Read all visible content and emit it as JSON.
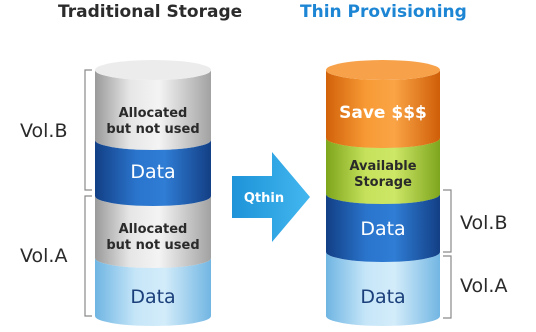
{
  "headings": {
    "left": "Traditional Storage",
    "right": "Thin Provisioning"
  },
  "traditional": {
    "segments": {
      "top_unused": "Allocated\nbut not used",
      "top_data": "Data",
      "bottom_unused": "Allocated\nbut not used",
      "bottom_data": "Data"
    },
    "volumes": {
      "upper": "Vol.B",
      "lower": "Vol.A"
    }
  },
  "arrow": {
    "label": "Qthin"
  },
  "thin": {
    "segments": {
      "save": "Save $$$",
      "available": "Available\nStorage",
      "data_b": "Data",
      "data_a": "Data"
    },
    "volumes": {
      "upper": "Vol.B",
      "lower": "Vol.A"
    }
  },
  "colors": {
    "heading_left": "#2b2b2b",
    "heading_right": "#1d86d4",
    "grey_segment": "#d4d4d4",
    "dark_blue_segment": "#1e5fb3",
    "light_blue_segment": "#a9d6f2",
    "orange_segment": "#f08a1e",
    "green_segment": "#a9cf3b",
    "arrow": "#2aa6e6"
  }
}
